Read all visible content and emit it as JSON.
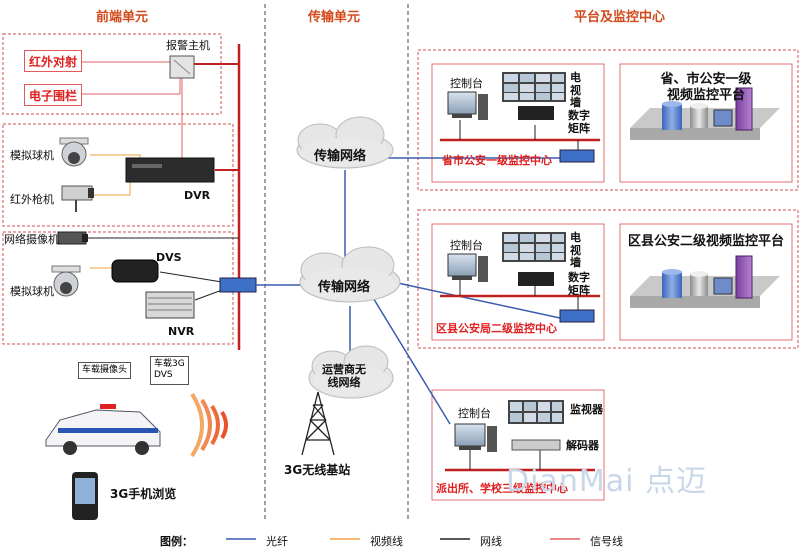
{
  "sections": {
    "front": "前端单元",
    "transport": "传输单元",
    "platform": "平台及监控中心"
  },
  "front": {
    "alarm_host": "报警主机",
    "infrared": "红外对射",
    "fence": "电子围栏",
    "dome1": "模拟球机",
    "ir_gun": "红外枪机",
    "dvr": "DVR",
    "net_cam": "网络摄像机",
    "dvs": "DVS",
    "dome2": "模拟球机",
    "nvr": "NVR",
    "car_cam": "车载摄像头",
    "car_3g_l1": "车载3G",
    "car_3g_l2": "DVS",
    "phone": "3G手机浏览"
  },
  "transport": {
    "net1": "传输网络",
    "net2": "传输网络",
    "wireless_l1": "运营商无",
    "wireless_l2": "线网络",
    "base_station": "3G无线基站"
  },
  "centers": [
    {
      "console": "控制台",
      "wall": [
        "电",
        "视",
        "墙"
      ],
      "matrix": [
        "数字",
        "矩阵"
      ],
      "name": "省市公安一级监控中心",
      "platform_l1": "省、市公安一级",
      "platform_l2": "视频监控平台"
    },
    {
      "console": "控制台",
      "wall": [
        "电",
        "视",
        "墙"
      ],
      "matrix": [
        "数字",
        "矩阵"
      ],
      "name": "区县公安局二级监控中心",
      "platform_l1": "区县公安二级视频监控平台",
      "platform_l2": ""
    }
  ],
  "center3": {
    "console": "控制台",
    "monitor": "监视器",
    "decoder": "解码器",
    "name": "派出所、学校三级监控中心"
  },
  "legend": {
    "title": "图例：",
    "items": [
      "光纤",
      "视频线",
      "网线",
      "信号线"
    ],
    "colors": [
      "#3a5db0",
      "#f0a040",
      "#222222",
      "#e06060"
    ]
  },
  "watermark": "DianMai 点迈",
  "colors": {
    "fiber": "#3a5db0",
    "video": "#f0a040",
    "net": "#222222",
    "signal": "#e06060",
    "bus": "#c02020",
    "header": "#d24a1a"
  }
}
